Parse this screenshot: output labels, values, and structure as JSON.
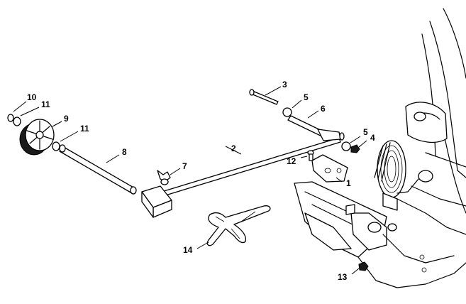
{
  "callouts": {
    "c1": "1",
    "c2": "2",
    "c3": "3",
    "c4": "4",
    "c5a": "5",
    "c5b": "5",
    "c6": "6",
    "c7": "7",
    "c8": "8",
    "c9": "9",
    "c10": "10",
    "c11a": "11",
    "c11b": "11",
    "c12": "12",
    "c13": "13",
    "c14": "14"
  }
}
